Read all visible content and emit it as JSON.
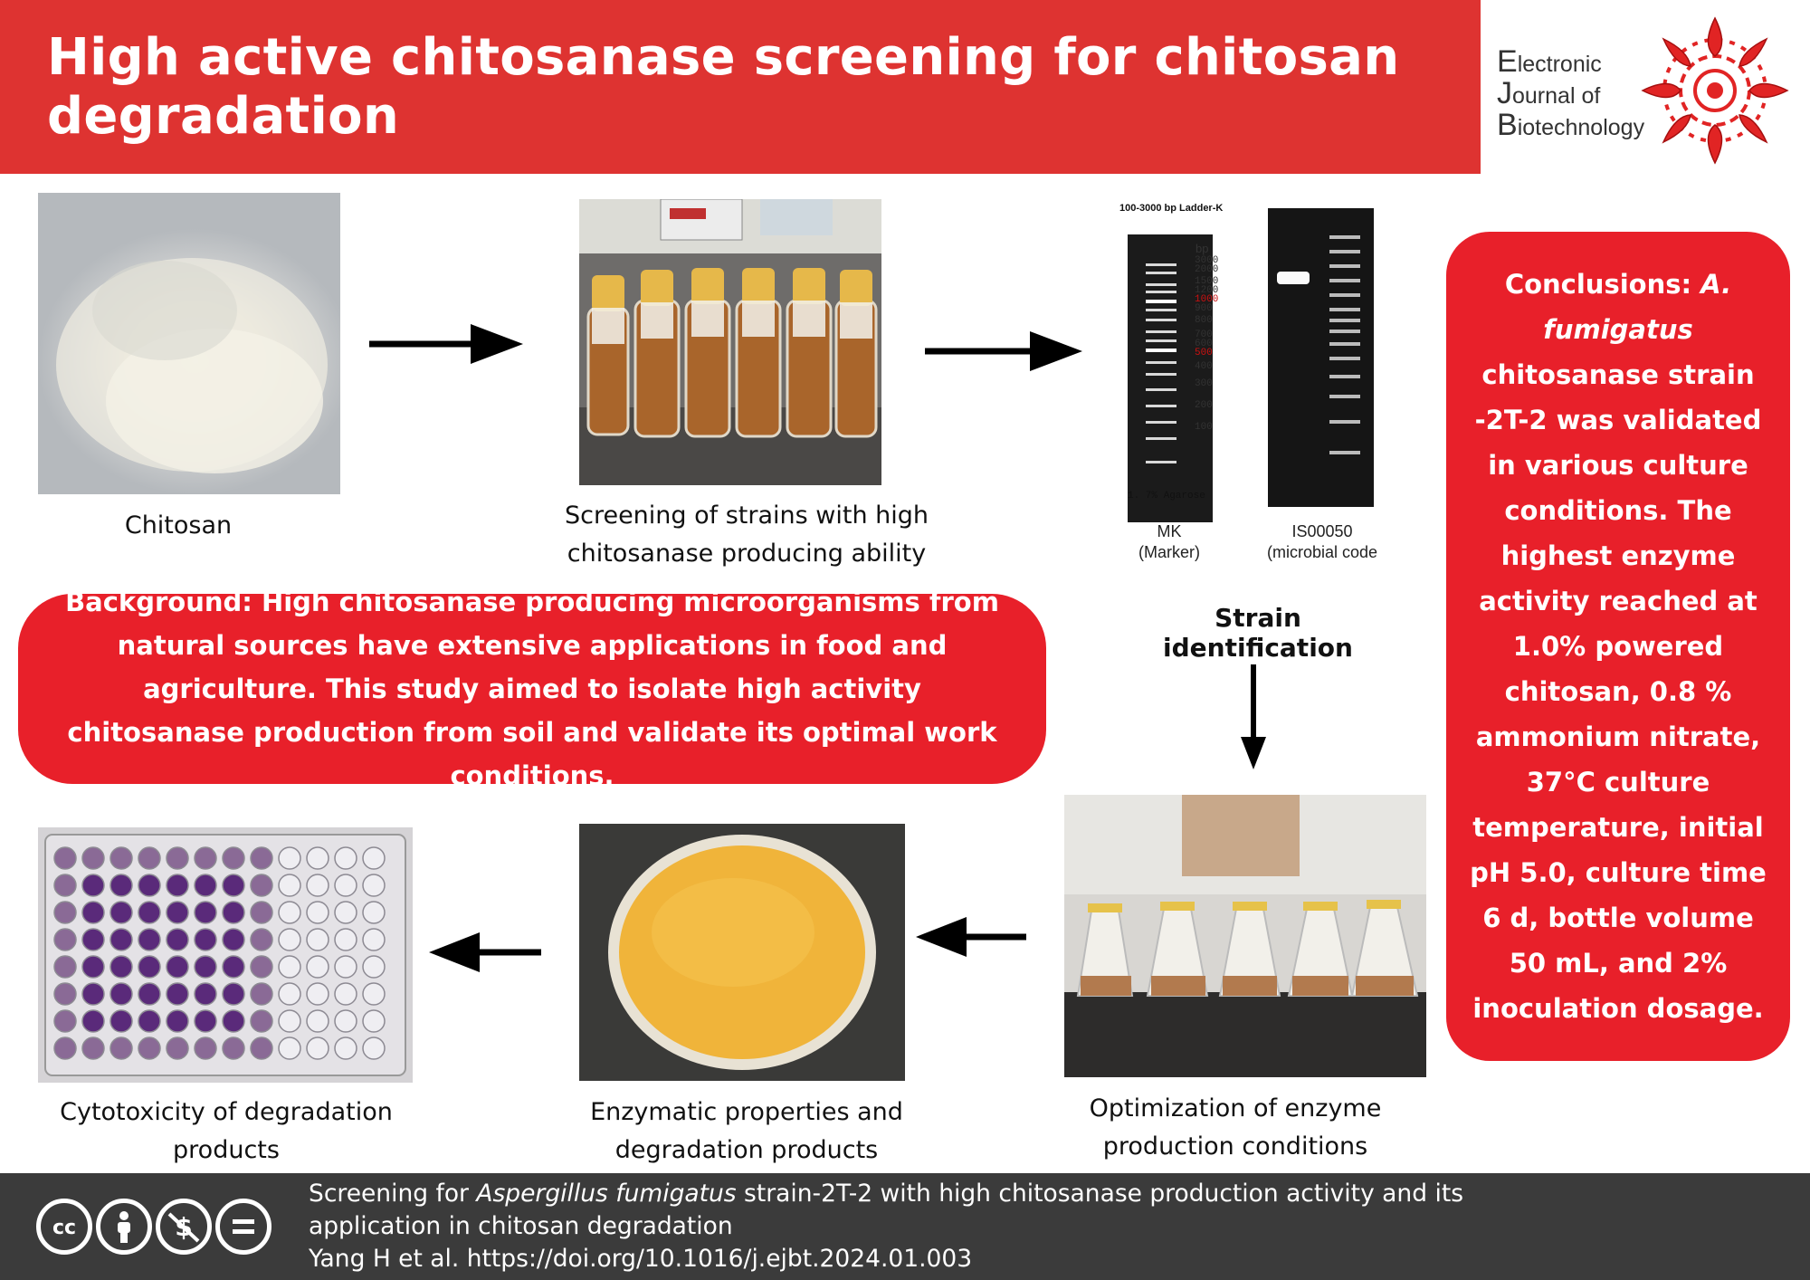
{
  "header": {
    "title": "High active chitosanase screening for chitosan degradation"
  },
  "logo": {
    "line1": "Electronic",
    "line2": "Journal of",
    "line3": "Biotechnology"
  },
  "steps": {
    "chitosan": "Chitosan",
    "screening_line1": "Screening of strains with high",
    "screening_line2": "chitosanase producing ability",
    "gel_ladder_title": "100-3000 bp Ladder-K",
    "gel_bp": "bp",
    "gel_bands": [
      "3000",
      "2000",
      "1500",
      "1200",
      "1000",
      "900",
      "800",
      "700",
      "600",
      "500",
      "400",
      "300",
      "200",
      "100"
    ],
    "gel_agarose": "1. 7% Agarose",
    "gel_mk": "MK",
    "gel_marker": "(Marker)",
    "gel_is": "IS00050",
    "gel_code": "(microbial code number)",
    "strain_identification": "Strain identification",
    "optimization_line1": "Optimization of enzyme",
    "optimization_line2": "production conditions",
    "enzymatic_line1": "Enzymatic properties and",
    "enzymatic_line2": "degradation products",
    "cytotoxicity_line1": "Cytotoxicity of degradation",
    "cytotoxicity_line2": "products"
  },
  "background": {
    "text": "Background: High chitosanase producing microorganisms from natural sources have extensive applications in food and agriculture. This study aimed to isolate high activity chitosanase production from soil and validate its optimal work conditions."
  },
  "conclusions": {
    "prefix": "Conclusions: ",
    "species": "A. fumigatus",
    "text": " chitosanase strain -2T-2 was validated in various culture conditions. The highest enzyme activity reached at 1.0% powered chitosan, 0.8 % ammonium nitrate, 37°C culture temperature, initial pH 5.0, culture time 6 d, bottle volume 50 mL, and 2% inoculation dosage."
  },
  "footer": {
    "cite_prefix": "Screening for ",
    "cite_species": "Aspergillus fumigatus",
    "cite_rest": " strain-2T-2 with high chitosanase production activity and its",
    "cite_line2": "application in chitosan degradation",
    "cite_line3": "Yang  H et al. https://doi.org/10.1016/j.ejbt.2024.01.003",
    "cc_icons": [
      "cc-icon",
      "by-icon",
      "nc-icon",
      "nd-icon"
    ]
  },
  "colors": {
    "header_red": "#de3331",
    "box_red": "#e8202a",
    "footer_gray": "#3b3b3b"
  }
}
